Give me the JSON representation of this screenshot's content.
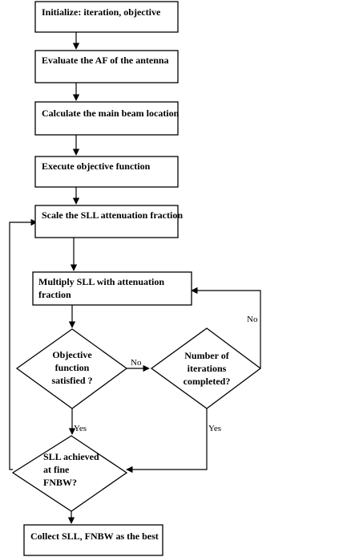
{
  "nodes": {
    "init": {
      "lines": [
        "Initialize: iteration, objective"
      ]
    },
    "evaluate": {
      "lines": [
        "Evaluate the AF of the antenna"
      ]
    },
    "main_beam": {
      "lines": [
        "Calculate the main beam location"
      ]
    },
    "execute": {
      "lines": [
        "Execute objective function"
      ]
    },
    "scale": {
      "lines": [
        "Scale the SLL attenuation fraction"
      ]
    },
    "multiply": {
      "lines": [
        "Multiply SLL with attenuation",
        "fraction"
      ]
    },
    "objective": {
      "lines": [
        "Objective",
        "function",
        "satisfied ?"
      ]
    },
    "iterations": {
      "lines": [
        "Number of",
        "iterations",
        "completed?"
      ]
    },
    "sll": {
      "lines": [
        "SLL achieved",
        "at fine",
        "FNBW?"
      ]
    },
    "collect": {
      "lines": [
        "Collect SLL, FNBW as the best"
      ]
    }
  },
  "edge_labels": {
    "obj_no": "No",
    "iter_no": "No",
    "iter_yes": "Yes",
    "obj_yes": "Yes"
  }
}
